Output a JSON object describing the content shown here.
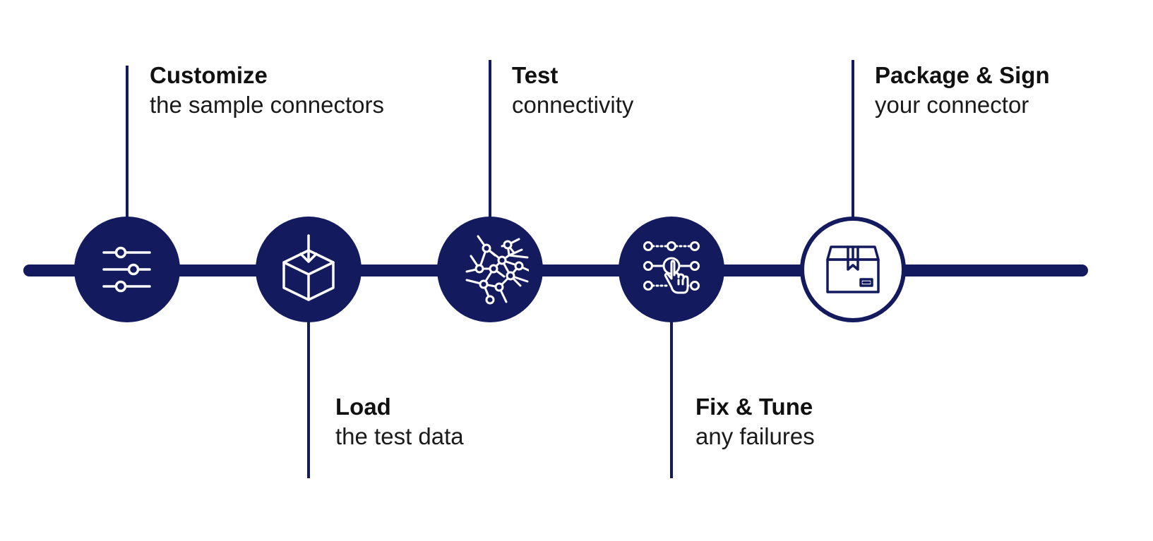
{
  "colors": {
    "primary": "#131b5e",
    "background": "#ffffff",
    "text": "#111111"
  },
  "steps": [
    {
      "title": "Customize",
      "subtitle": "the sample connectors",
      "icon": "sliders-icon"
    },
    {
      "title": "Load",
      "subtitle": "the test data",
      "icon": "box-download-icon"
    },
    {
      "title": "Test",
      "subtitle": "connectivity",
      "icon": "network-icon"
    },
    {
      "title": "Fix & Tune",
      "subtitle": "any failures",
      "icon": "node-grid-pointer-icon"
    },
    {
      "title": "Package & Sign",
      "subtitle": "your connector",
      "icon": "package-icon"
    }
  ]
}
